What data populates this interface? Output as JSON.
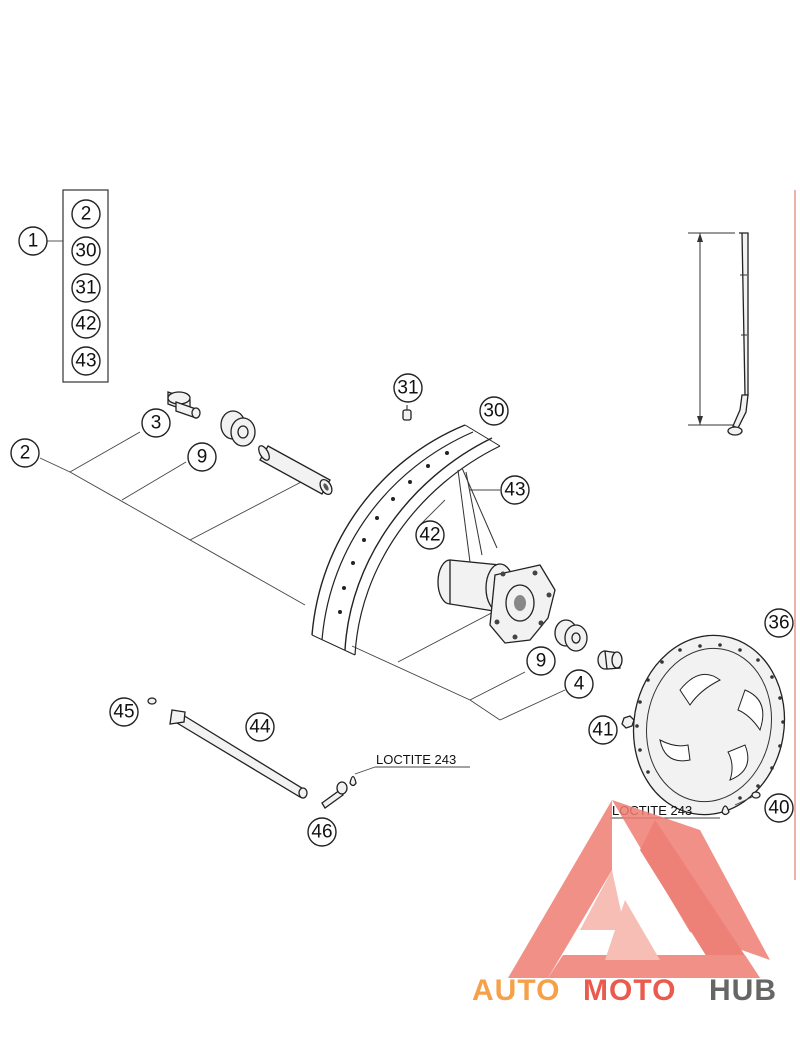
{
  "kit": {
    "main_number": "1",
    "contents": [
      "2",
      "30",
      "31",
      "42",
      "43"
    ]
  },
  "callouts": [
    {
      "id": "2"
    },
    {
      "id": "3"
    },
    {
      "id": "9"
    },
    {
      "id": "31"
    },
    {
      "id": "30"
    },
    {
      "id": "43"
    },
    {
      "id": "42"
    },
    {
      "id": "36"
    },
    {
      "id": "9b",
      "label": "9"
    },
    {
      "id": "4"
    },
    {
      "id": "45"
    },
    {
      "id": "44"
    },
    {
      "id": "41"
    },
    {
      "id": "46"
    },
    {
      "id": "40"
    }
  ],
  "labels": {
    "loctite_left": "LOCTITE 243",
    "loctite_right": "LOCTITE 243"
  },
  "watermark": {
    "part1": "AUTO",
    "part2": "MOTO",
    "part3": "HUB",
    "color_orange": "#f5a14a",
    "color_red": "#ea5a4e",
    "color_grey": "#666666"
  }
}
